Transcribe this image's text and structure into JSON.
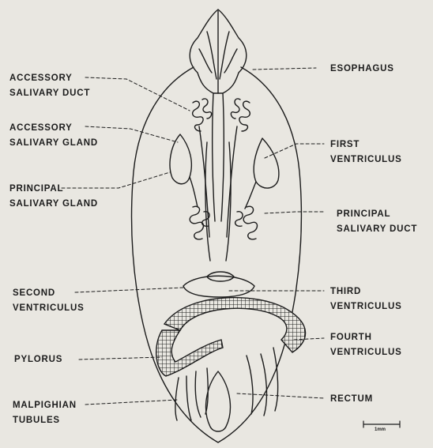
{
  "labels": {
    "esophagus": [
      "ESOPHAGUS"
    ],
    "accessory_salivary_duct": [
      "ACCESSORY",
      "SALIVARY DUCT"
    ],
    "accessory_salivary_gland": [
      "ACCESSORY",
      "SALIVARY GLAND"
    ],
    "first_ventriculus": [
      "FIRST",
      "VENTRICULUS"
    ],
    "principal_salivary_gland": [
      "PRINCIPAL",
      "SALIVARY GLAND"
    ],
    "principal_salivary_duct": [
      "PRINCIPAL",
      "SALIVARY DUCT"
    ],
    "second_ventriculus": [
      "SECOND",
      "VENTRICULUS"
    ],
    "third_ventriculus": [
      "THIRD",
      "VENTRICULUS"
    ],
    "fourth_ventriculus": [
      "FOURTH",
      "VENTRICULUS"
    ],
    "pylorus": [
      "PYLORUS"
    ],
    "rectum": [
      "RECTUM"
    ],
    "malpighian_tubules": [
      "MALPIGHIAN",
      "TUBULES"
    ]
  },
  "scale_bar": {
    "label": "1mm"
  },
  "colors": {
    "ink": "#1c1c1c",
    "paper": "#e9e7e1"
  }
}
